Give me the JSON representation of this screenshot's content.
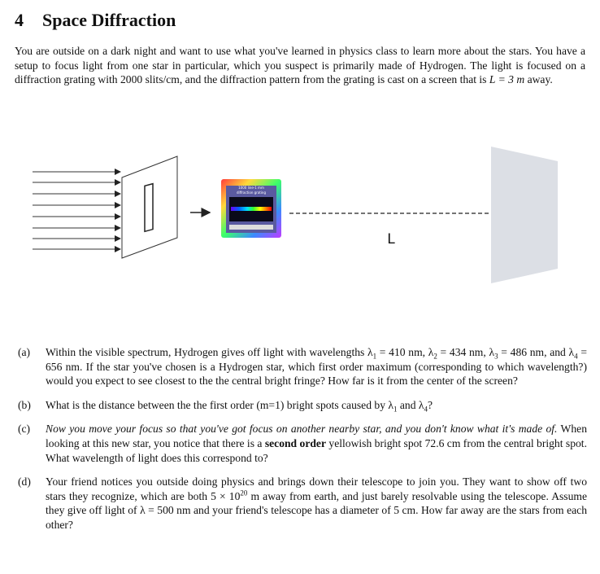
{
  "section": {
    "number": "4",
    "title": "Space Diffraction"
  },
  "intro": {
    "p1": "You are outside on a dark night and want to use what you've learned in physics class to learn more about the stars. You have a setup to focus light from one star in particular, which you suspect is primarily made of Hydrogen. The light is focused on a diffraction grating with 2000 slits/cm, and the diffraction pattern from the grating is cast on a screen that is ",
    "L_eq": "L = 3 m",
    "p2": " away."
  },
  "figure": {
    "distance_label": "L",
    "grating_caption_line1": "1000 line-1 mm",
    "grating_caption_line2": "diffraction grating"
  },
  "parts": {
    "a": {
      "label": "(a)",
      "t1": "Within the visible spectrum, Hydrogen gives off light with wavelengths λ",
      "s1": "1",
      "t2": " = 410 nm, λ",
      "s2": "2",
      "t3": " = 434 nm, λ",
      "s3": "3",
      "t4": " = 486 nm, and λ",
      "s4": "4",
      "t5": " = 656 nm. If the star you've chosen is a Hydrogen star, which first order maximum (corresponding to which wavelength?) would you expect to see closest to the the central bright fringe? How far is it from the center of the screen?"
    },
    "b": {
      "label": "(b)",
      "t1": "What is the distance between the the first order (m=1) bright spots caused by λ",
      "s1": "1",
      "t2": " and λ",
      "s2": "4",
      "t3": "?"
    },
    "c": {
      "label": "(c)",
      "italic": "Now you move your focus so that you've got focus on another nearby star, and you don't know what it's made of.",
      "t1": " When looking at this new star, you notice that there is a ",
      "bold": "second order",
      "t2": " yellowish bright spot 72.6 cm from the central bright spot. What wavelength of light does this correspond to?"
    },
    "d": {
      "label": "(d)",
      "t1": "Your friend notices you outside doing physics and brings down their telescope to join you. They want to show off two stars they recognize, which are both 5 × 10",
      "sup": "20",
      "t2": " m away from earth, and just barely resolvable using the telescope. Assume they give off light of λ = 500 nm and your friend's telescope has a diameter of 5 cm. How far away are the stars from each other?"
    }
  }
}
